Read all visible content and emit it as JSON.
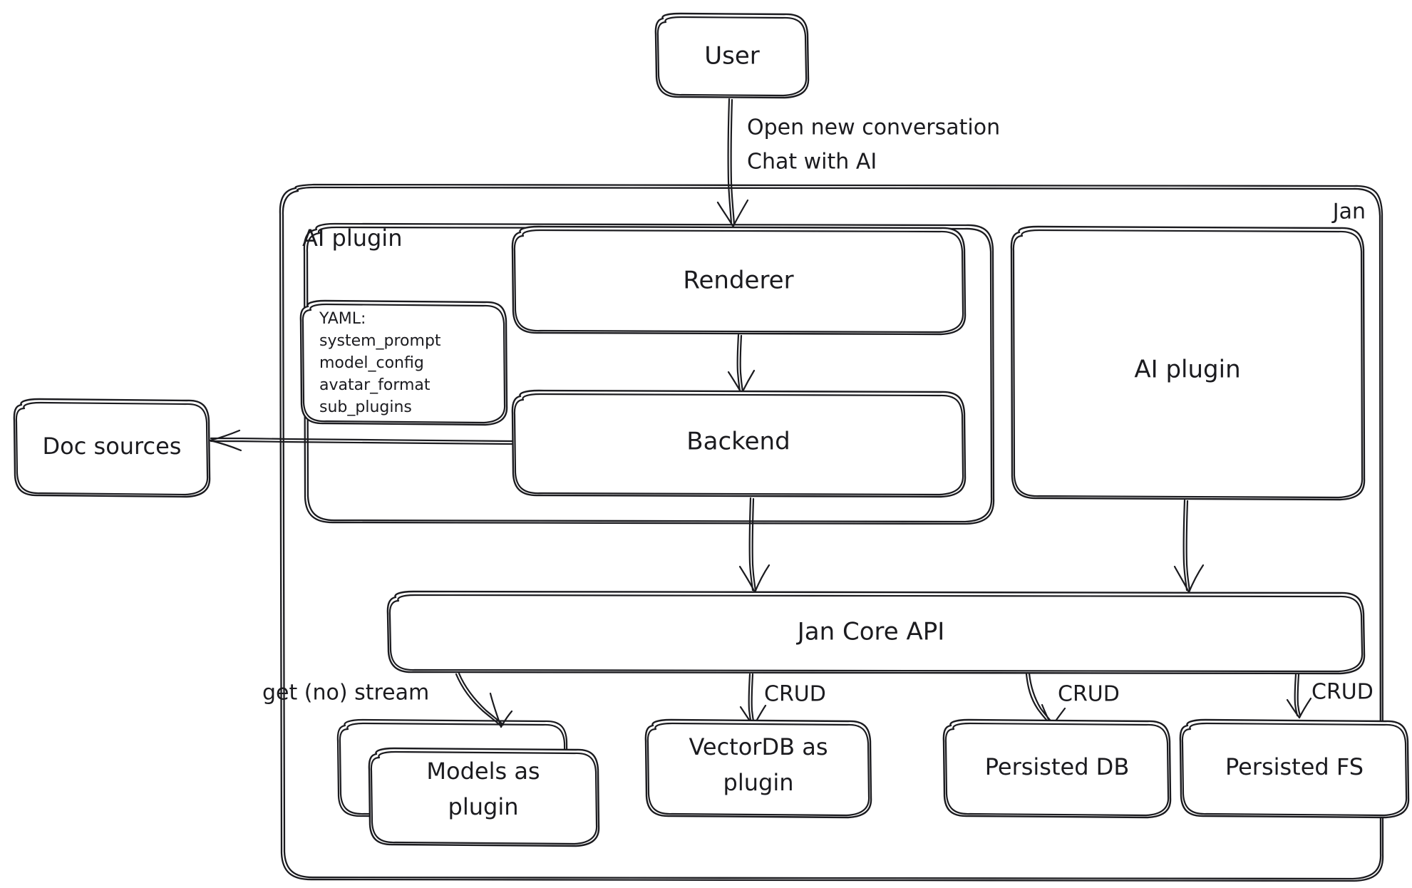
{
  "diagram": {
    "title": "Jan architecture diagram",
    "style": "hand-drawn",
    "stroke_color": "#1b1b1f",
    "background_color": "#ffffff"
  },
  "nodes": {
    "user": {
      "label": "User"
    },
    "doc_sources": {
      "label": "Doc sources"
    },
    "renderer": {
      "label": "Renderer"
    },
    "backend": {
      "label": "Backend"
    },
    "ai_plugin_right": {
      "label": "AI plugin"
    },
    "jan_core_api": {
      "label": "Jan Core API"
    },
    "models_plugin": {
      "label_line1": "Models as",
      "label_line2": "plugin"
    },
    "vectordb_plugin": {
      "label_line1": "VectorDB as",
      "label_line2": "plugin"
    },
    "persisted_db": {
      "label": "Persisted DB"
    },
    "persisted_fs": {
      "label": "Persisted FS"
    }
  },
  "containers": {
    "jan": {
      "label": "Jan"
    },
    "ai_plugin_group": {
      "label": "AI plugin"
    }
  },
  "yaml_box": {
    "heading": "YAML:",
    "keys": [
      "system_prompt",
      "model_config",
      "avatar_format",
      "sub_plugins"
    ]
  },
  "edges": [
    {
      "id": "user-to-renderer",
      "label_line1": "Open new conversation",
      "label_line2": "Chat with AI"
    },
    {
      "id": "renderer-to-backend",
      "label": ""
    },
    {
      "id": "backend-to-doc-sources",
      "label": ""
    },
    {
      "id": "backend-to-core",
      "label": ""
    },
    {
      "id": "aiplugin-to-core",
      "label": ""
    },
    {
      "id": "core-to-models",
      "label": "get (no) stream"
    },
    {
      "id": "core-to-vectordb",
      "label": "CRUD"
    },
    {
      "id": "core-to-db",
      "label": "CRUD"
    },
    {
      "id": "core-to-fs",
      "label": "CRUD"
    }
  ]
}
